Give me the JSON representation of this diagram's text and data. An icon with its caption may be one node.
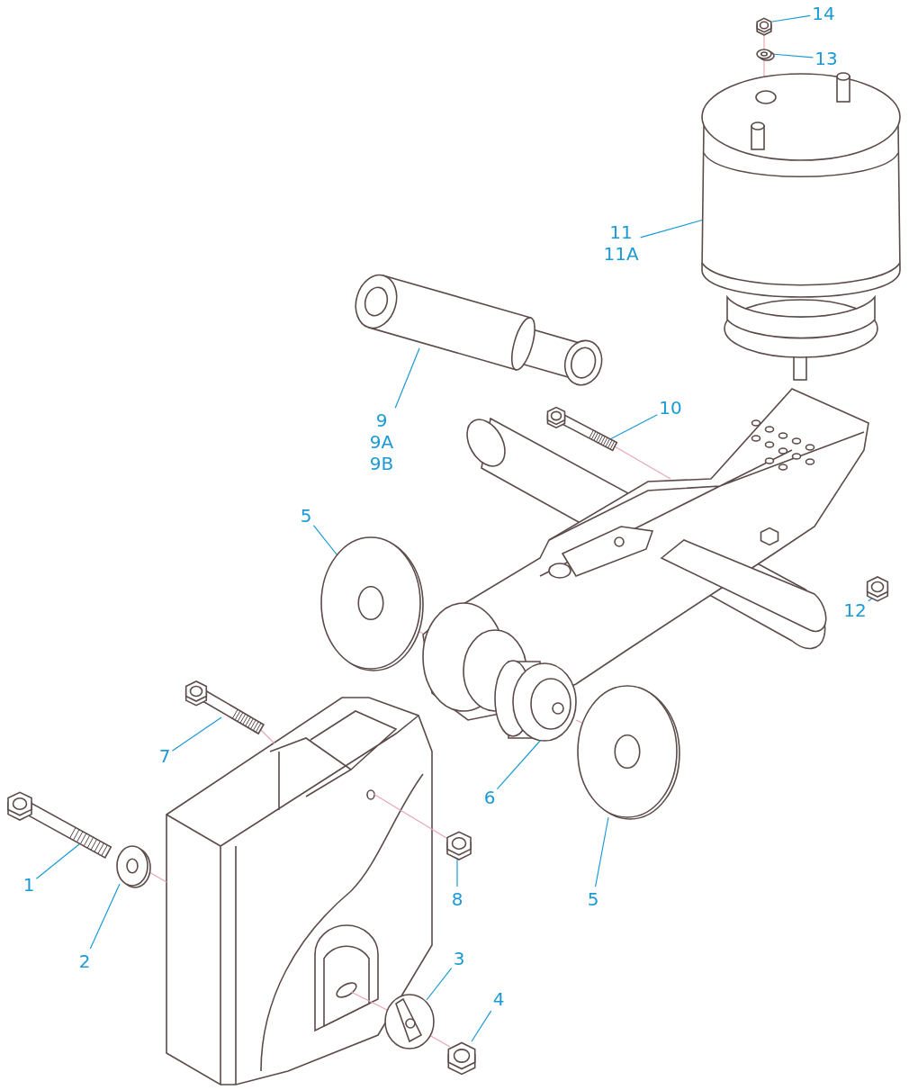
{
  "diagram": {
    "nodes": [
      {
        "text": [
          "14"
        ]
      },
      {
        "text": [
          "13"
        ]
      },
      {
        "text": [
          "11",
          "11A"
        ]
      },
      {
        "text": [
          "9",
          "9A",
          "9B"
        ]
      },
      {
        "text": [
          "10"
        ]
      },
      {
        "text": [
          "5"
        ]
      },
      {
        "text": [
          "12"
        ]
      },
      {
        "text": [
          "7"
        ]
      },
      {
        "text": [
          "6"
        ]
      },
      {
        "text": [
          "1"
        ]
      },
      {
        "text": [
          "8"
        ]
      },
      {
        "text": [
          "5"
        ]
      },
      {
        "text": [
          "2"
        ]
      },
      {
        "text": [
          "3"
        ]
      },
      {
        "text": [
          "4"
        ]
      },
      {
        "text": [],
        "shape": "picture"
      },
      {
        "text": [],
        "shape": "picture"
      },
      {
        "text": [],
        "shape": "picture"
      },
      {
        "text": [],
        "shape": "picture"
      },
      {
        "text": [],
        "shape": "picture"
      },
      {
        "text": [],
        "shape": "picture"
      },
      {
        "text": [],
        "shape": "picture"
      },
      {
        "text": [],
        "shape": "picture"
      },
      {
        "text": [],
        "shape": "picture"
      },
      {
        "text": [],
        "shape": "picture"
      },
      {
        "text": [],
        "shape": "picture"
      },
      {
        "text": [],
        "shape": "picture"
      },
      {
        "text": [],
        "shape": "picture"
      },
      {
        "text": [],
        "shape": "picture"
      },
      {
        "text": [],
        "shape": "picture"
      },
      {
        "text": [],
        "shape": "picture"
      },
      {
        "text": [],
        "shape": "picture"
      }
    ],
    "edges": [
      {
        "from": 0,
        "to": 15,
        "arrow": "none"
      },
      {
        "from": 1,
        "to": 16,
        "arrow": "none"
      },
      {
        "from": 2,
        "to": 17,
        "arrow": "none"
      },
      {
        "from": 3,
        "to": 18,
        "arrow": "none"
      },
      {
        "from": 4,
        "to": 19,
        "arrow": "none"
      },
      {
        "from": 5,
        "to": 20,
        "arrow": "none"
      },
      {
        "from": 6,
        "to": 21,
        "arrow": "none"
      },
      {
        "from": 7,
        "to": 22,
        "arrow": "none"
      },
      {
        "from": 8,
        "to": 23,
        "arrow": "none"
      },
      {
        "from": 9,
        "to": 24,
        "arrow": "none"
      },
      {
        "from": 10,
        "to": 25,
        "arrow": "none"
      },
      {
        "from": 11,
        "to": 26,
        "arrow": "none"
      },
      {
        "from": 12,
        "to": 27,
        "arrow": "none"
      },
      {
        "from": 13,
        "to": 28,
        "arrow": "none"
      },
      {
        "from": 14,
        "to": 29,
        "arrow": "none"
      },
      {
        "from": 15,
        "to": 16,
        "arrow": "none",
        "color": "#e9a3b3"
      },
      {
        "from": 16,
        "to": 17,
        "arrow": "none",
        "color": "#e9a3b3"
      },
      {
        "from": 19,
        "to": 30,
        "arrow": "none",
        "color": "#e9a3b3"
      },
      {
        "from": 20,
        "to": 30,
        "arrow": "none",
        "color": "#e9a3b3"
      },
      {
        "from": 23,
        "to": 26,
        "arrow": "none",
        "color": "#e9a3b3"
      },
      {
        "from": 22,
        "to": 31,
        "arrow": "none",
        "color": "#e9a3b3"
      },
      {
        "from": 27,
        "to": 31,
        "arrow": "none",
        "color": "#e9a3b3"
      },
      {
        "from": 31,
        "to": 25,
        "arrow": "none",
        "color": "#e9a3b3"
      },
      {
        "from": 31,
        "to": 28,
        "arrow": "none",
        "color": "#e9a3b3"
      },
      {
        "from": 28,
        "to": 29,
        "arrow": "none",
        "color": "#e9a3b3"
      }
    ]
  }
}
